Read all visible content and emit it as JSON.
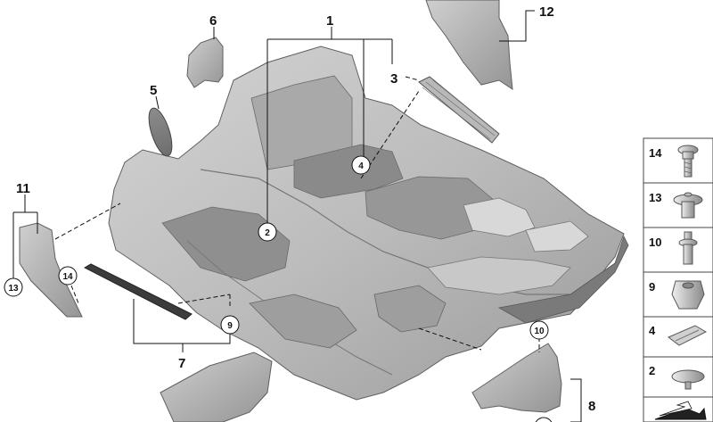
{
  "callouts": [
    {
      "id": "1",
      "text": "1"
    },
    {
      "id": "3",
      "text": "3"
    },
    {
      "id": "5",
      "text": "5"
    },
    {
      "id": "6",
      "text": "6"
    },
    {
      "id": "7",
      "text": "7"
    },
    {
      "id": "8",
      "text": "8"
    },
    {
      "id": "11",
      "text": "11"
    },
    {
      "id": "12",
      "text": "12"
    }
  ],
  "circled_callouts": [
    {
      "id": "2",
      "text": "2"
    },
    {
      "id": "4",
      "text": "4"
    },
    {
      "id": "9",
      "text": "9"
    },
    {
      "id": "10",
      "text": "10"
    },
    {
      "id": "13",
      "text": "13"
    },
    {
      "id": "14",
      "text": "14"
    }
  ],
  "parts_legend": [
    {
      "number": "14",
      "part": "screw-icon"
    },
    {
      "number": "13",
      "part": "expanding-rivet-icon"
    },
    {
      "number": "10",
      "part": "push-pin-icon"
    },
    {
      "number": "9",
      "part": "clip-nut-icon"
    },
    {
      "number": "4",
      "part": "plastic-clip-icon"
    },
    {
      "number": "2",
      "part": "round-plug-icon"
    }
  ]
}
